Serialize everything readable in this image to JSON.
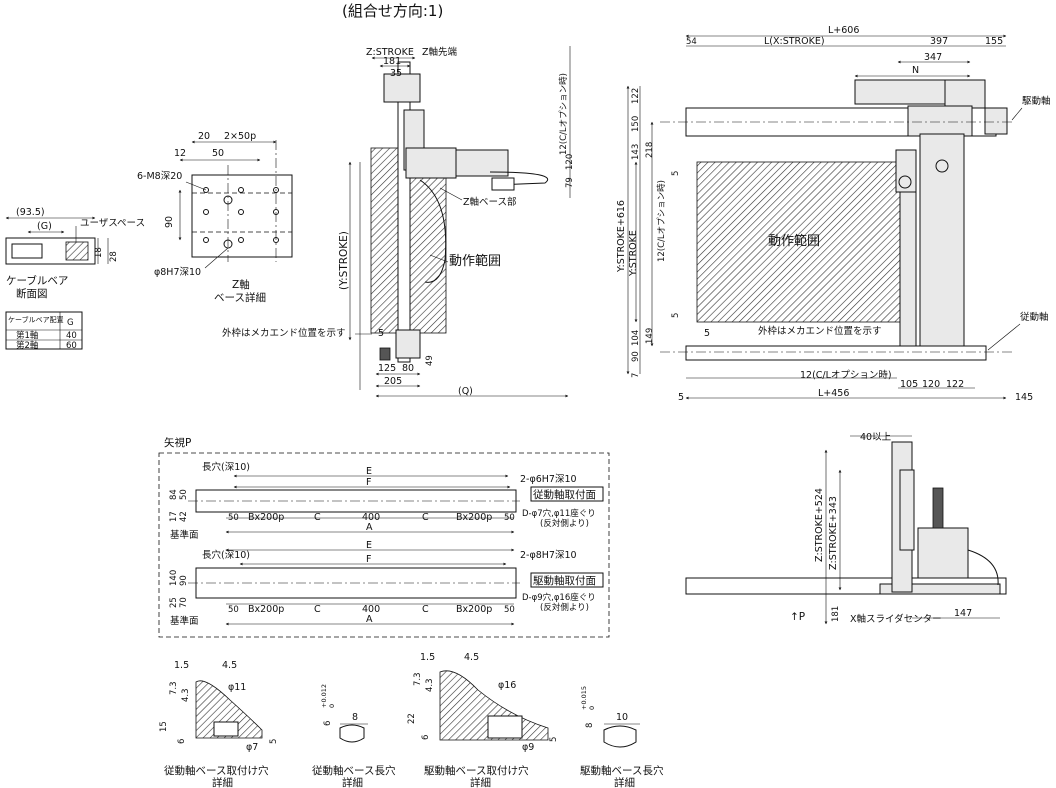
{
  "title": "(組合せ方向:1)",
  "cable_bear": {
    "dim_93_5": "(93.5)",
    "g_label": "(G)",
    "user_space": "ユーザスペース",
    "dim_18": "18",
    "dim_28": "28",
    "section_label_line1": "ケーブルベア",
    "section_label_line2": "断面図",
    "table": {
      "header": [
        "ケーブルベア配置",
        "G"
      ],
      "rows": [
        [
          "第1軸",
          "40"
        ],
        [
          "第2軸",
          "60"
        ]
      ]
    }
  },
  "z_base": {
    "dim_20": "20",
    "dim_2x50p": "2×50p",
    "dim_12": "12",
    "dim_50": "50",
    "m8": "6-M8深20",
    "dim_90": "90",
    "pin": "φ8H7深10",
    "label_line1": "Z軸",
    "label_line2": "ベース詳細"
  },
  "side_view": {
    "z_stroke": "Z:STROKE",
    "z_tip": "Z軸先端",
    "dim_181": "181",
    "dim_35": "35",
    "cl_option": "12(C/Lオプション時)",
    "dim_120": "120",
    "dim_79": "79",
    "z_base_part": "Z軸ベース部",
    "y_stroke": "(Y:STROKE)",
    "motion_range": "動作範囲",
    "outer_frame_note": "外枠はメカエンド位置を示す",
    "dim_5": "5",
    "dim_49": "49",
    "dim_125": "125",
    "dim_80": "80",
    "dim_205": "205",
    "q": "(Q)"
  },
  "top_view": {
    "l_606": "L+606",
    "dim_54": "54",
    "l_stroke": "L(X:STROKE)",
    "dim_397": "397",
    "dim_155": "155",
    "dim_347": "347",
    "n": "N",
    "drive_axis": "駆動軸",
    "driven_axis": "従動軸",
    "dim_122_top": "122",
    "dim_150": "150",
    "dim_143": "143",
    "dim_218": "218",
    "cl_option_v": "12(C/Lオプション時)",
    "dim_5a": "5",
    "y_stroke_616": "Y:STROKE+616",
    "y_stroke": "Y:STROKE",
    "motion_range": "動作範囲",
    "dim_5b": "5",
    "dim_149": "149",
    "dim_104": "104",
    "dim_90": "90",
    "dim_7": "7",
    "dim_5c": "5",
    "outer_frame_note": "外枠はメカエンド位置を示す",
    "cl_option_h": "12(C/Lオプション時)",
    "dim_105": "105",
    "dim_120": "120",
    "dim_122": "122",
    "dim_5d": "5",
    "l_456": "L+456",
    "dim_145": "145"
  },
  "arrow_view": {
    "title": "矢視P",
    "slot_upper": "長穴(深10)",
    "e_upper": "E",
    "f_upper": "F",
    "pin_upper": "2-φ6H7深10",
    "driven_face": "従動軸取付面",
    "hole_upper": "D-φ7穴,φ11座ぐり",
    "hole_upper_note": "(反対側より)",
    "dim_84": "84",
    "dim_50": "50",
    "dim_17": "17",
    "dim_42": "42",
    "ref_face_upper": "基準面",
    "row_upper": [
      "50",
      "Bx200p",
      "C",
      "400",
      "C",
      "Bx200p",
      "50"
    ],
    "a_upper": "A",
    "slot_lower": "長穴(深10)",
    "e_lower": "E",
    "f_lower": "F",
    "pin_lower": "2-φ8H7深10",
    "drive_face": "駆動軸取付面",
    "hole_lower": "D-φ9穴,φ16座ぐり",
    "hole_lower_note": "(反対側より)",
    "dim_140": "140",
    "dim_90": "90",
    "dim_25": "25",
    "dim_70": "70",
    "ref_face_lower": "基準面",
    "row_lower": [
      "50",
      "Bx200p",
      "C",
      "400",
      "C",
      "Bx200p",
      "50"
    ],
    "a_lower": "A"
  },
  "front_view": {
    "dim_40": "40以上",
    "z_stroke_524": "Z:STROKE+524",
    "z_stroke_343": "Z:STROKE+343",
    "p_arrow": "↑P",
    "dim_181": "181",
    "x_center": "X軸スライダセンター",
    "dim_147": "147"
  },
  "details": [
    {
      "name": "従動軸ベース取付け穴",
      "line1": "従動軸ベース取付け穴",
      "line2": "詳細",
      "dims": [
        "1.5",
        "4.5",
        "7.3",
        "4.3",
        "φ11",
        "15",
        "6",
        "5",
        "φ7"
      ]
    },
    {
      "name": "従動軸ベース長穴",
      "line1": "従動軸ベース長穴",
      "line2": "詳細",
      "dims": [
        "6",
        "+0.012",
        "0",
        "8"
      ]
    },
    {
      "name": "駆動軸ベース取付け穴",
      "line1": "駆動軸ベース取付け穴",
      "line2": "詳細",
      "dims": [
        "1.5",
        "4.5",
        "7.3",
        "4.3",
        "φ16",
        "22",
        "6",
        "5",
        "φ9"
      ]
    },
    {
      "name": "駆動軸ベース長穴",
      "line1": "駆動軸ベース長穴",
      "line2": "詳細",
      "dims": [
        "8",
        "+0.015",
        "0",
        "10"
      ]
    }
  ]
}
